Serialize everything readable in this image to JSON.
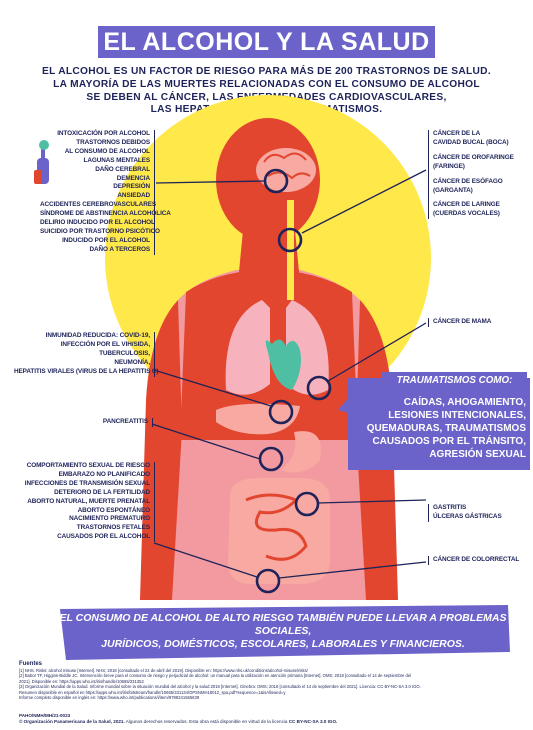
{
  "title": "EL ALCOHOL Y LA SALUD",
  "intro": [
    "EL ALCOHOL ES UN FACTOR DE RIESGO PARA MÁS DE 200 TRASTORNOS DE SALUD.",
    "LA MAYORÍA DE LAS MUERTES RELACIONADAS CON EL CONSUMO DE ALCOHOL",
    "SE DEBEN AL CÁNCER, LAS ENFERMEDADES CARDIOVASCULARES,",
    "LAS HEPATOPATÍAS Y LOS TRAUMATISMOS."
  ],
  "left_brain": [
    "INTOXICACIÓN POR ALCOHOL",
    "TRASTORNOS DEBIDOS",
    "AL CONSUMO DE ALCOHOL",
    "LAGUNAS MENTALES",
    "DAÑO CEREBRAL",
    "DEMENCIA",
    "DEPRESIÓN",
    "ANSIEDAD",
    "ACCIDENTES CEREBROVASCULARES",
    "SÍNDROME DE ABSTINENCIA ALCOHÓLICA",
    "DELIRIO INDUCIDO POR EL ALCOHOL",
    "SUICIDIO POR TRASTORNO PSICÓTICO",
    "INDUCIDO POR EL ALCOHOL",
    "DAÑO A TERCEROS"
  ],
  "left_lungs": [
    "INMUNIDAD REDUCIDA: COVID-19,",
    "INFECCIÓN POR EL VIH/SIDA,",
    "TUBERCULOSIS,",
    "NEUMONÍA,",
    "HEPATITIS VIRALES (VIRUS DE LA HEPATITIS C)"
  ],
  "left_pancreas": [
    "PANCREATITIS"
  ],
  "left_repro": [
    "COMPORTAMIENTO SEXUAL DE RIESGO",
    "EMBARAZO NO PLANIFICADO",
    "INFECCIONES DE TRANSMISIÓN SEXUAL",
    "DETERIORO DE LA FERTILIDAD",
    "ABORTO NATURAL, MUERTE PRENATAL",
    "ABORTO ESPONTÁNEO",
    "NACIMIENTO PREMATURO",
    "TRASTORNOS FETALES",
    "CAUSADOS POR EL ALCOHOL"
  ],
  "right_mouth": [
    "CÁNCER DE LA",
    "CAVIDAD BUCAL (BOCA)",
    "",
    "CÁNCER DE OROFARINGE",
    "(FARINGE)",
    "",
    "CÁNCER DE ESÓFAGO",
    "(GARGANTA)",
    "",
    "CÁNCER DE LARINGE",
    "(CUERDAS VOCALES)"
  ],
  "right_breast": [
    "CÁNCER DE MAMA"
  ],
  "right_stomach": [
    "GASTRITIS",
    "ÚLCERAS GÁSTRICAS"
  ],
  "right_colon": [
    "CÁNCER DE COLORRECTAL"
  ],
  "trauma_title": "TRAUMATISMOS COMO:",
  "trauma_lines": [
    "CAÍDAS, AHOGAMIENTO,",
    "LESIONES INTENCIONALES,",
    "QUEMADURAS, TRAUMATISMOS",
    "CAUSADOS POR EL TRÁNSITO,",
    "AGRESIÓN SEXUAL"
  ],
  "bottom_lines": [
    "EL CONSUMO DE ALCOHOL DE ALTO RIESGO TAMBIÉN PUEDE LLEVAR A PROBLEMAS SOCIALES,",
    "JURÍDICOS, DOMÉSTICOS, ESCOLARES, LABORALES Y FINANCIEROS."
  ],
  "refs_heading": "Fuentes",
  "refs": [
    "[1] NHS. Risks: alcohol misuse [Internet]. NHS; 2018 [consultado el 22 de abril del 2019]. Disponible en: https://www.nhs.uk/conditions/alcohol-misuse/risks/",
    "[2] Babor TF, Higgins-Biddle JC. Intervención breve para el consumo de riesgo y perjudicial de alcohol: un manual para la utilización en atención primaria [Internet]. OMS; 2018 [consultado el 14 de septiembre del",
    "2021]. Disponible en: https://apps.who.int/iris/handle/10665/331352",
    "[3] Organización Mundial de la Salud. Informe mundial sobre la situación mundial del alcohol y la salud 2018 [Internet]. Ginebra: OMS; 2018 [consultado el 14 de septiembre del 2021]. Licencia: CC BY-NC-SA 3.0 IGO.",
    "Resumen disponible en español en https://apps.who.int/iris/bitstream/handle/10665/331134/OPSNMH18012_spa.pdf?sequence=1&isAllowed=y",
    "Informe completo disponible en inglés en: https://www.who.int/publications/i/item/9789241565639"
  ],
  "footer": {
    "code": "PAHO/NMH/MH/21-0023",
    "copyright_bold": "© Organización Panamericana de la Salud, 2021.",
    "copyright_rest": " Algunos derechos reservados. Esta obra está disponible en virtud de la licencia ",
    "license": "CC BY-NC-SA 3.0 IGO."
  },
  "colors": {
    "purple": "#6b63c9",
    "navy": "#1e2359",
    "body_red": "#e2462f",
    "body_pink": "#f39aa1",
    "sun_yellow": "#ffe84a",
    "lung_pink": "#f6b3bd",
    "heart_teal": "#4fbfa3",
    "brain_pink": "#f7a9a2"
  }
}
